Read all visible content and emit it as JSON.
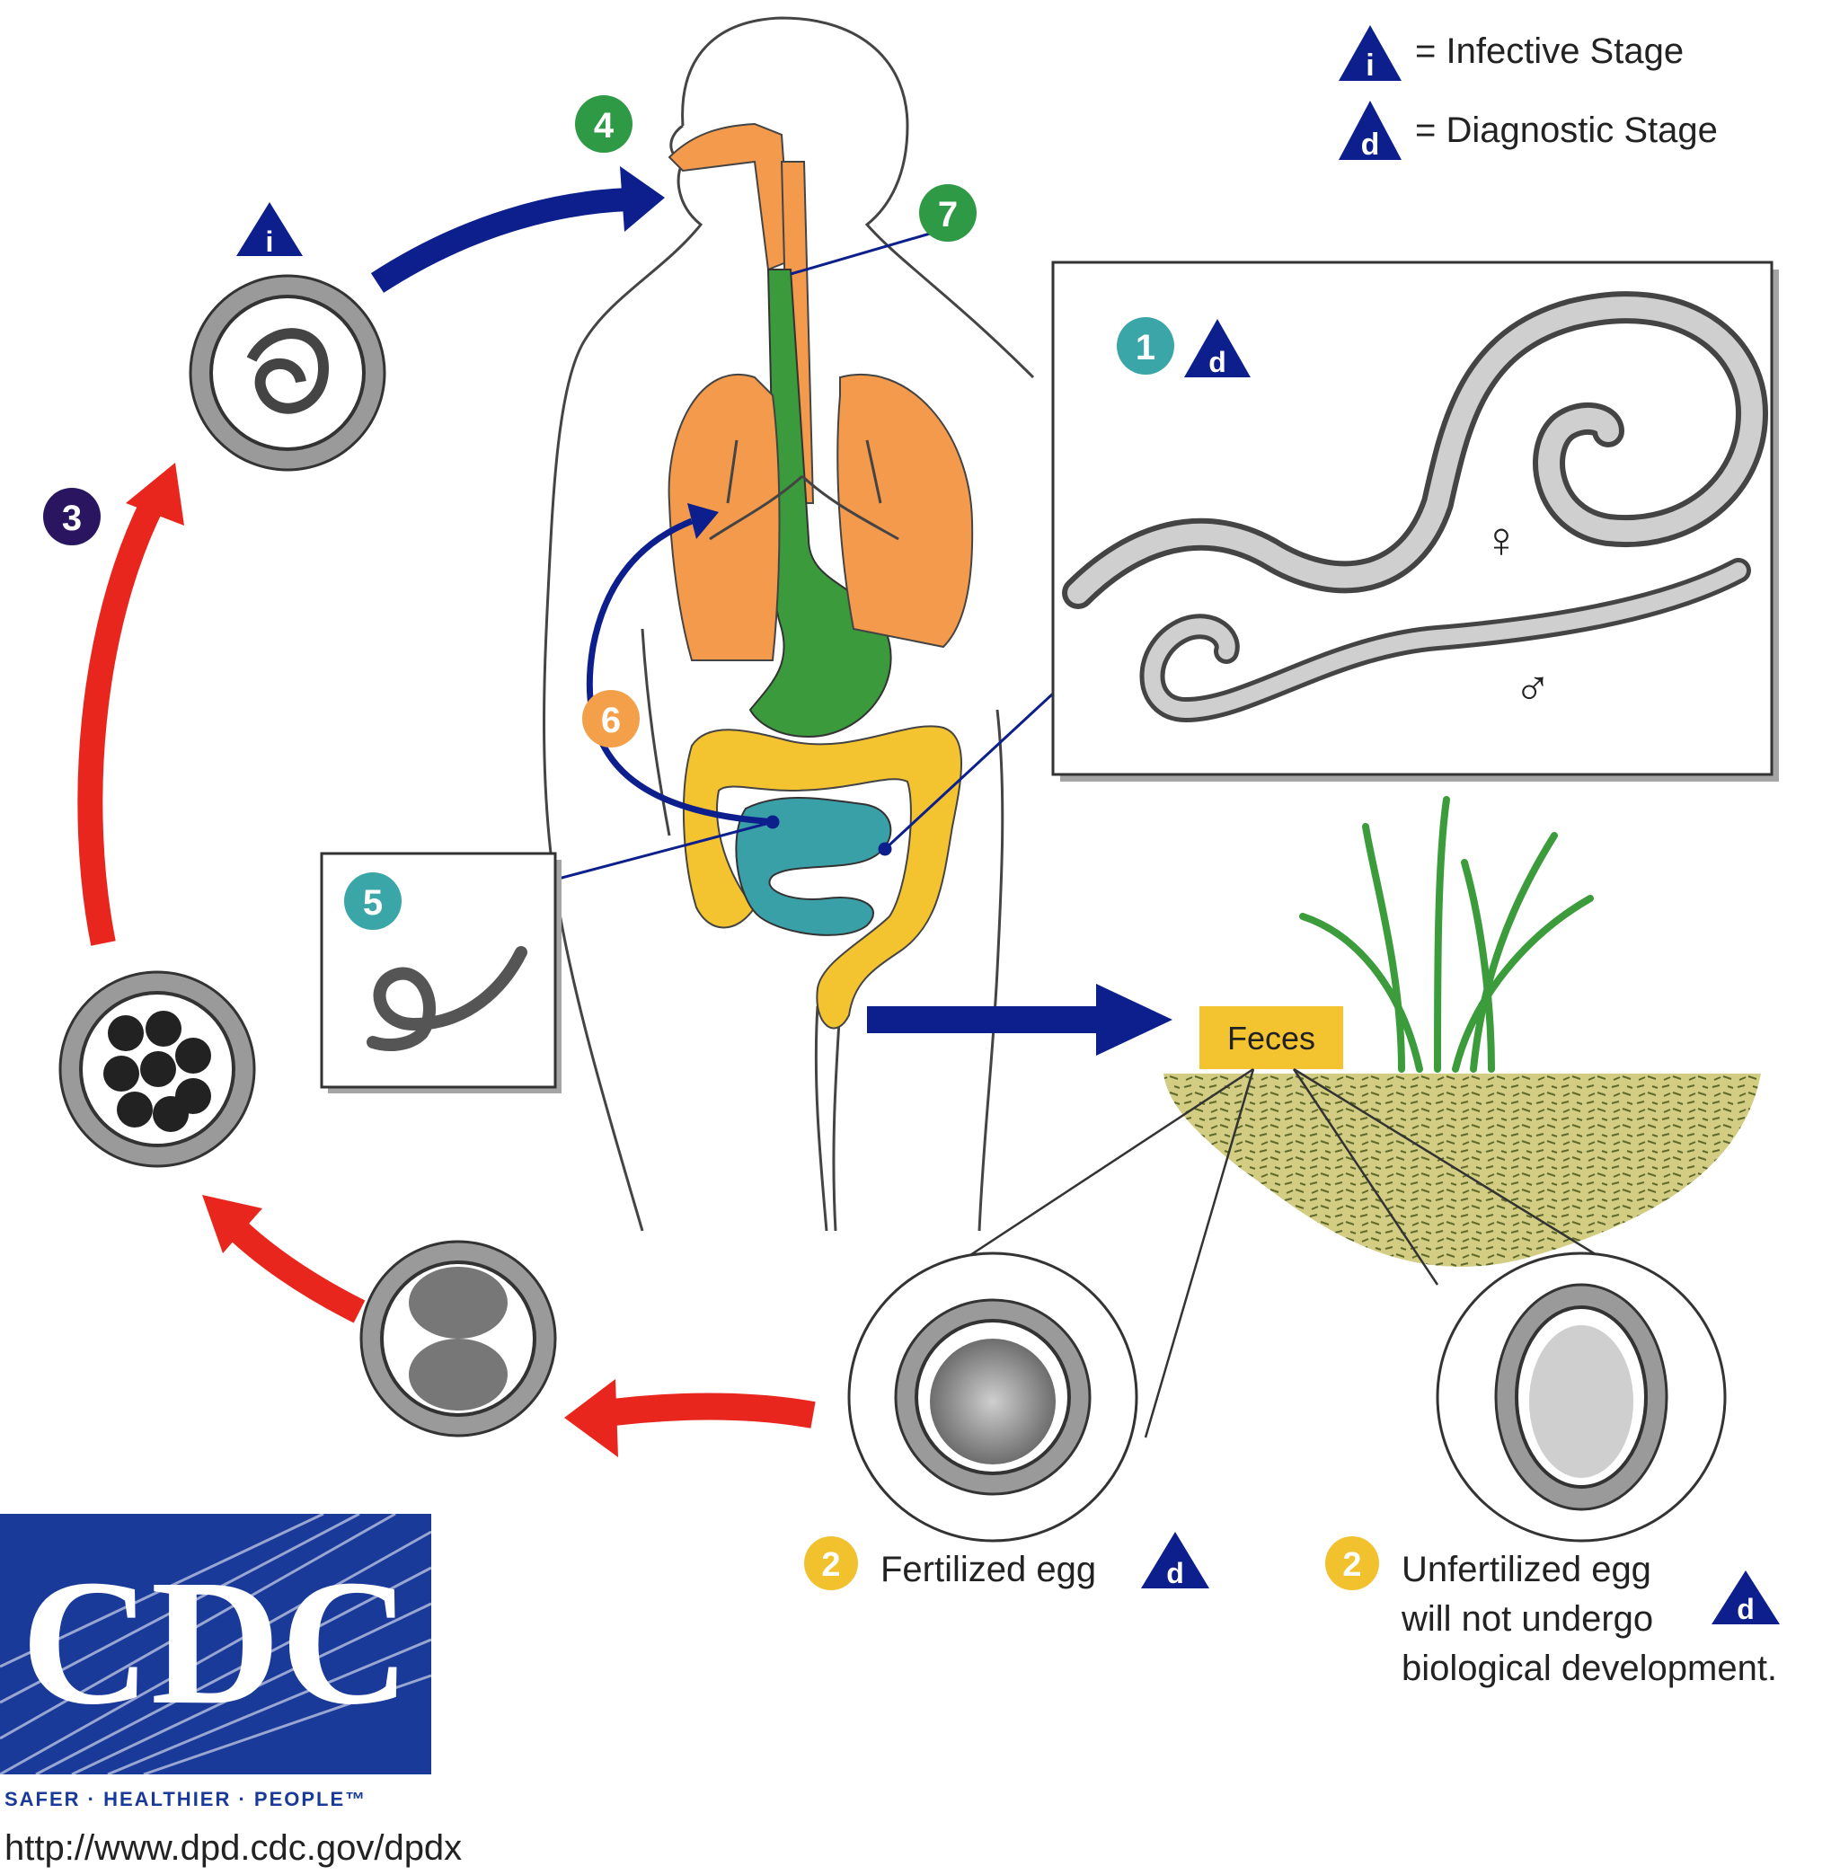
{
  "legend": {
    "infective_letter": "i",
    "infective_text": "= Infective Stage",
    "diagnostic_letter": "d",
    "diagnostic_text": "= Diagnostic Stage"
  },
  "steps": {
    "s1": "1",
    "s2a": "2",
    "s2b": "2",
    "s3": "3",
    "s4": "4",
    "s5": "5",
    "s6": "6",
    "s7": "7"
  },
  "labels": {
    "feces": "Feces",
    "fertilized": "Fertilized egg",
    "unfertilized_1": "Unfertilized egg",
    "unfertilized_2": "will not undergo",
    "unfertilized_3": "biological development.",
    "female": "♀",
    "male": "♂"
  },
  "logo": {
    "text": "CDC",
    "tagline": "SAFER · HEALTHIER · PEOPLE™"
  },
  "url": "http://www.dpd.cdc.gov/dpdx",
  "colors": {
    "navy": "#0d1f8c",
    "red": "#e8261d",
    "green": "#2f9a45",
    "teal": "#3aa6a8",
    "orange": "#f4a04a",
    "yellow": "#f2c12e",
    "purple": "#2a1660",
    "lung": "#f39a4c",
    "colon": "#f4c430",
    "intestine": "#3aa0a8",
    "airway": "#3a9a3c",
    "soil": "#c9c37a",
    "grass": "#3c9c3c"
  }
}
